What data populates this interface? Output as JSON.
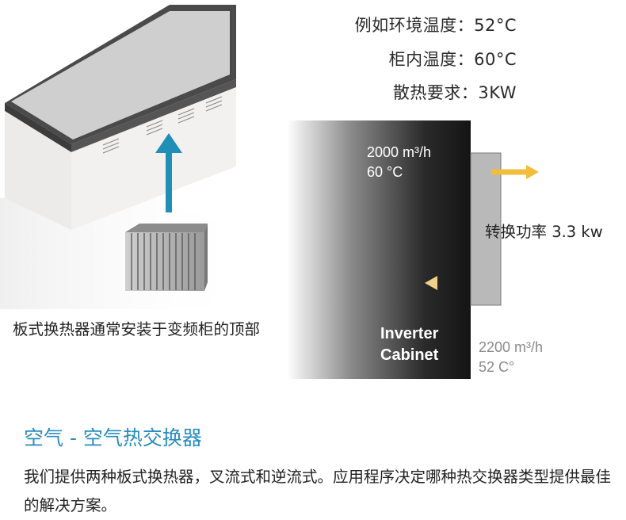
{
  "specs": {
    "ambient": "例如环境温度：52°C",
    "cabinet_temp": "柜内温度：60°C",
    "heat_requirement": "散热要求：3KW"
  },
  "flows": {
    "hot_flow": "2000 m³/h",
    "hot_temp": "60 °C",
    "cold_flow": "2200 m³/h",
    "cold_temp": "52 C°"
  },
  "power_label": "转换功率 3.3 kw",
  "cabinet": {
    "line1": "Inverter",
    "line2": "Cabinet"
  },
  "caption_left": "板式换热器通常安装于变频柜的顶部",
  "section_title": "空气 - 空气热交换器",
  "description": "我们提供两种板式换热器，叉流式和逆流式。应用程序决定哪种热交换器类型提供最佳的解决方案。",
  "colors": {
    "title_blue": "#2a8cc0",
    "arrow_blue": "#1f8fb8",
    "hot_red": "#e8272a",
    "warm_yellow": "#f2bd3c",
    "cold_blue": "#3aa6d8"
  }
}
